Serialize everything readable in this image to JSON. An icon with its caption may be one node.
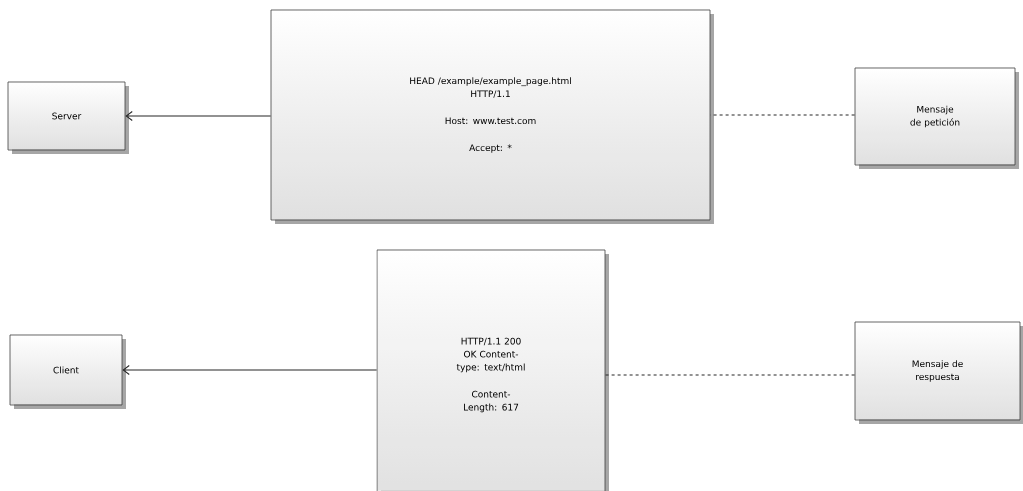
{
  "diagram": {
    "nodes": [
      {
        "text": [
          "Server"
        ]
      },
      {
        "text": [
          "HEAD /example/example_page.html HTTP/1.1",
          "Host: www.test.com",
          "Accept: *"
        ]
      },
      {
        "text": [
          "Mensaje de petición"
        ]
      },
      {
        "text": [
          "Client"
        ]
      },
      {
        "text": [
          "HTTP/1.1 200 OK Content-type: text/html",
          "Content-Length: 617"
        ]
      },
      {
        "text": [
          "Mensaje de respuesta"
        ]
      }
    ],
    "edges": [
      {
        "from": 1,
        "to": 0,
        "arrow": "to"
      },
      {
        "from": 2,
        "to": 1,
        "arrow": "none",
        "style": "dashed"
      },
      {
        "from": 4,
        "to": 3,
        "arrow": "to"
      },
      {
        "from": 5,
        "to": 4,
        "arrow": "none",
        "style": "dashed"
      }
    ]
  }
}
